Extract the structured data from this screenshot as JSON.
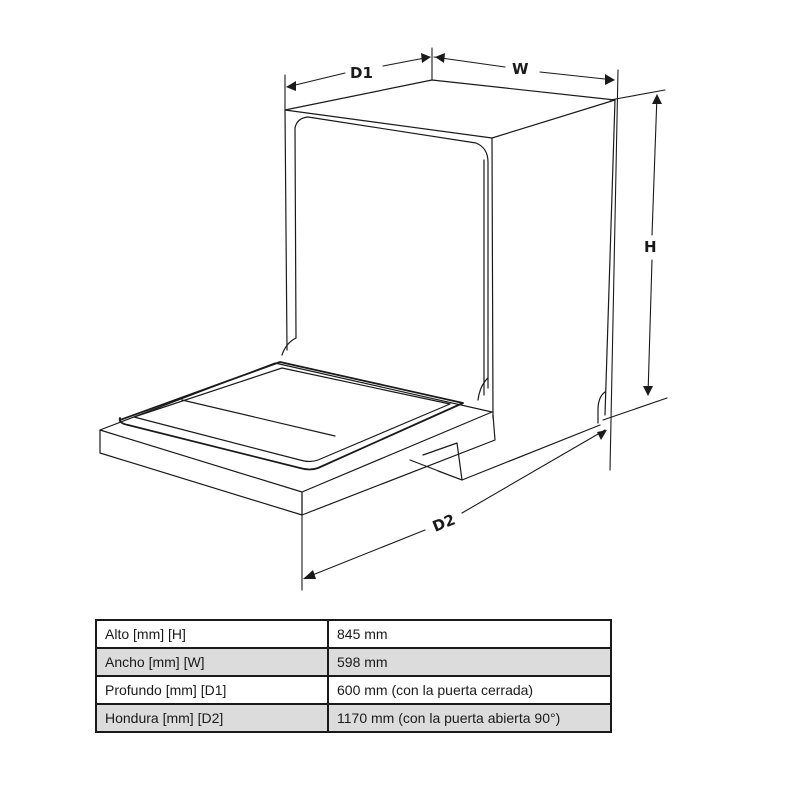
{
  "diagram": {
    "labels": {
      "d1": "D1",
      "w": "W",
      "h": "H",
      "d2": "D2"
    },
    "subject": "dishwasher-open-door-dimensions"
  },
  "table": {
    "rows": [
      {
        "label": "Alto [mm] [H]",
        "value": "845 mm"
      },
      {
        "label": "Ancho [mm] [W]",
        "value": "598 mm"
      },
      {
        "label": "Profundo [mm] [D1]",
        "value": "600 mm (con la puerta cerrada)"
      },
      {
        "label": "Hondura [mm] [D2]",
        "value": "1170 mm (con la puerta abierta 90°)"
      }
    ]
  },
  "colors": {
    "line": "#1a1a1a",
    "row_alt_bg": "#dcdcdc"
  }
}
